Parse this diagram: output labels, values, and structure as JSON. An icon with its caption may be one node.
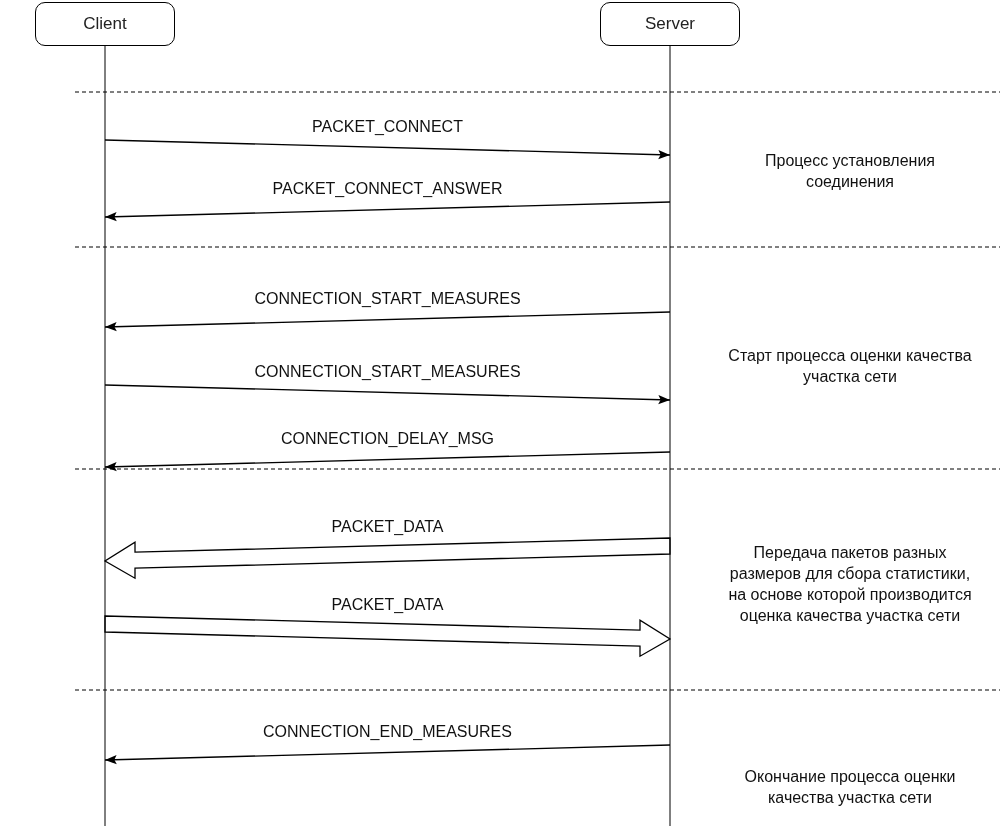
{
  "diagram": {
    "nodes": [
      {
        "text": [
          "Client"
        ]
      },
      {
        "text": [
          "Server"
        ]
      }
    ],
    "edges": [
      {
        "from": 0,
        "to": 1,
        "arrow": "to",
        "label": "PACKET_CONNECT"
      },
      {
        "from": 1,
        "to": 0,
        "arrow": "to",
        "label": "PACKET_CONNECT_ANSWER"
      },
      {
        "from": 1,
        "to": 0,
        "arrow": "to",
        "label": "CONNECTION_START_MEASURES"
      },
      {
        "from": 0,
        "to": 1,
        "arrow": "to",
        "label": "CONNECTION_START_MEASURES"
      },
      {
        "from": 1,
        "to": 0,
        "arrow": "to",
        "label": "CONNECTION_DELAY_MSG"
      },
      {
        "from": 1,
        "to": 0,
        "arrow": "to",
        "label": "PACKET_DATA",
        "style": "thick"
      },
      {
        "from": 0,
        "to": 1,
        "arrow": "to",
        "label": "PACKET_DATA",
        "style": "thick"
      },
      {
        "from": 1,
        "to": 0,
        "arrow": "to",
        "label": "CONNECTION_END_MEASURES"
      }
    ],
    "labels": [
      "Процесс установления соединения",
      "Старт процесса оценки качества участка сети",
      "Передача пакетов разных размеров для сбора статистики, на основе которой производится оценка качества участка сети",
      "Окончание процесса оценки качества участка сети"
    ]
  }
}
